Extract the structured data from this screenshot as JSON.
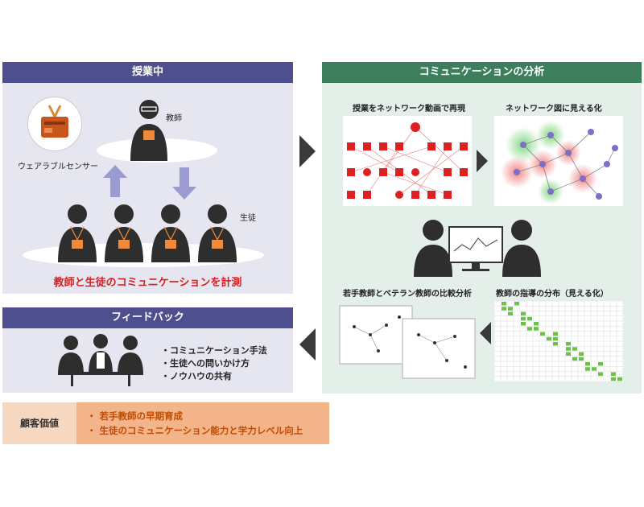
{
  "left_panel": {
    "header": "授業中",
    "teacher_label": "教師",
    "device_label": "ウェアラブルセンサー",
    "students_label": "生徒",
    "caption": "教師と生徒のコミュニケーションを計測"
  },
  "right_panel": {
    "header": "コミュニケーションの分析",
    "sub1": "授業をネットワーク動画で再現",
    "sub2": "ネットワーク図に見える化",
    "sub3": "若手教師とベテラン教師の比較分析",
    "sub4": "教師の指導の分布（見える化）"
  },
  "feedback": {
    "header": "フィードバック",
    "items": [
      "コミュニケーション手法",
      "生徒への問いかけ方",
      "ノウハウの共有"
    ]
  },
  "value": {
    "label": "顧客価値",
    "items": [
      "若手教師の早期育成",
      "生徒のコミュニケーション能力と学力レベル向上"
    ]
  },
  "colors": {
    "left_header": "#4e4f8f",
    "right_header": "#3d7f5c",
    "caption": "#d62020",
    "value_band": "#f3b48a",
    "value_text": "#c24b00"
  }
}
